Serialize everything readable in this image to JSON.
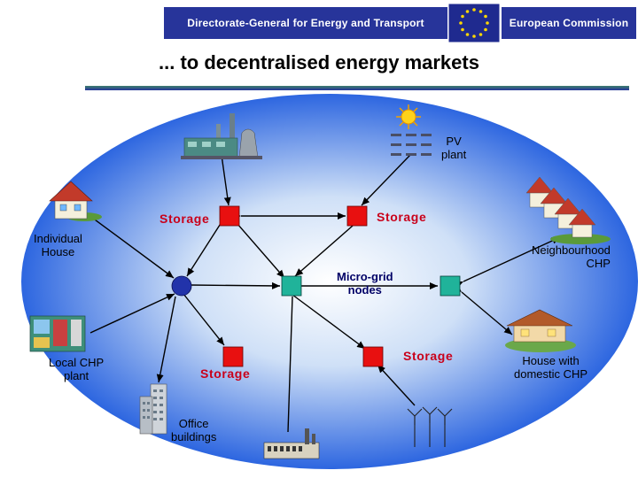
{
  "header": {
    "left_text": "Directorate-General for Energy and Transport",
    "right_text": "European Commission"
  },
  "title": "... to decentralised energy markets",
  "labels": {
    "pv_plant": "PV\nplant",
    "storage_left": "Storage",
    "storage_right": "Storage",
    "individual_house": "Individual\nHouse",
    "neighbourhood_chp": "Neighbourhood\nCHP",
    "micro_grid_nodes": "Micro-grid\nnodes",
    "local_chp_plant": "Local CHP\nplant",
    "storage_bottom_left": "Storage",
    "storage_bottom_right": "Storage",
    "house_domestic_chp": "House with\ndomestic CHP",
    "office_buildings": "Office\nbuildings"
  },
  "colors": {
    "header_bg": "#27349a",
    "title_rule": "#3d7f6d",
    "ellipse_center": "#ffffff",
    "ellipse_edge": "#2d66e0",
    "storage_node": "#e81010",
    "micro_grid_node": "#20b39a",
    "hub_node": "#2233aa",
    "storage_text": "#c9001a",
    "micro_grid_text": "#000066"
  }
}
